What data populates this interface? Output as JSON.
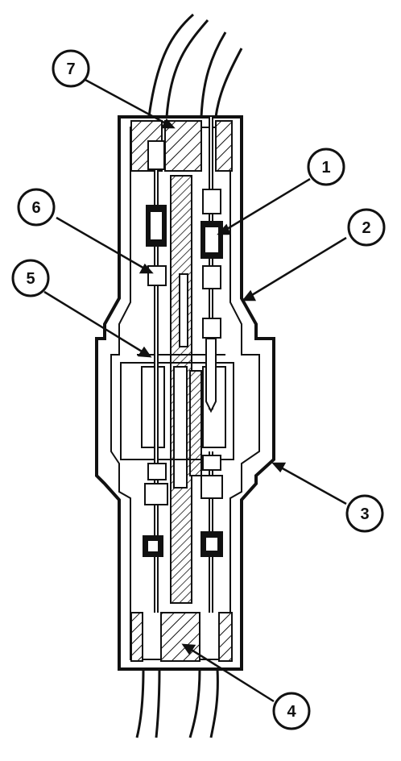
{
  "diagram": {
    "callouts": [
      {
        "id": "callout-1",
        "label": "1"
      },
      {
        "id": "callout-2",
        "label": "2"
      },
      {
        "id": "callout-3",
        "label": "3"
      },
      {
        "id": "callout-4",
        "label": "4"
      },
      {
        "id": "callout-5",
        "label": "5"
      },
      {
        "id": "callout-6",
        "label": "6"
      },
      {
        "id": "callout-7",
        "label": "7"
      }
    ]
  },
  "colors": {
    "ink": "#111111",
    "paper": "#ffffff"
  }
}
